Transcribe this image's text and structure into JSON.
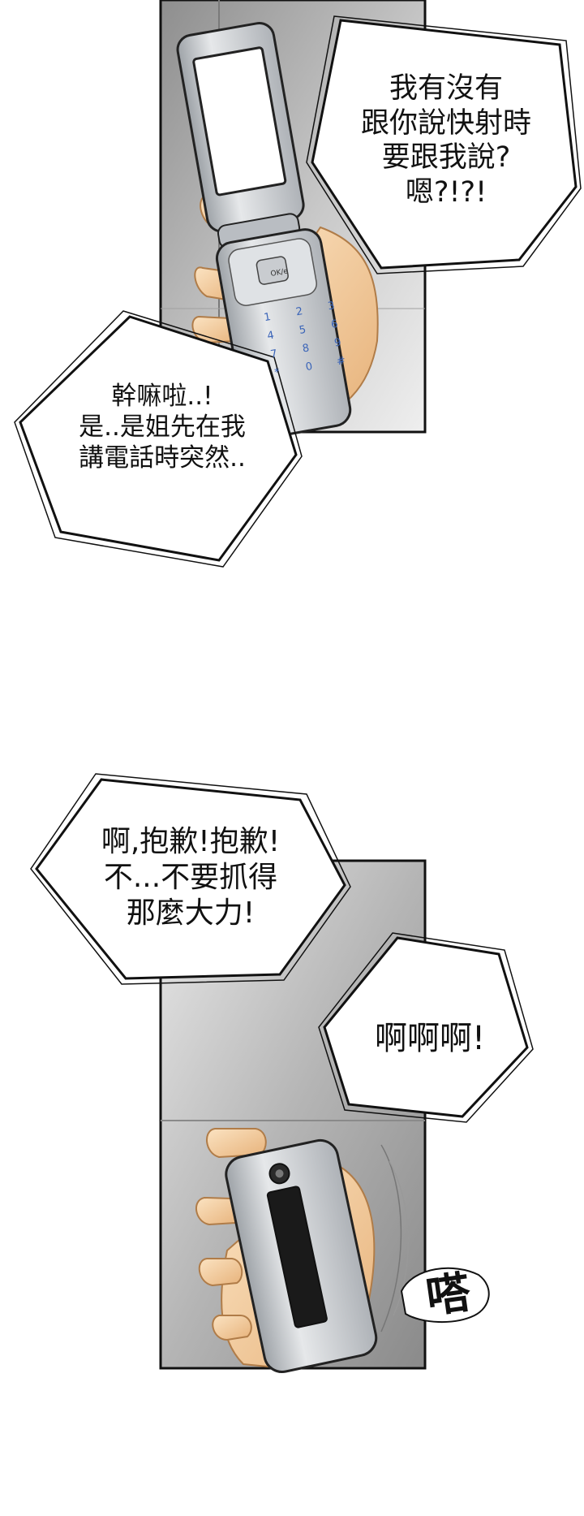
{
  "panels": [
    {
      "bubbles": [
        {
          "text": "我有沒有\n跟你說快射時\n要跟我說?\n嗯?!?!"
        },
        {
          "text": "幹嘛啦..!\n是..是姐先在我\n講電話時突然.."
        }
      ],
      "phone_keys": {
        "ok": "OK/e",
        "digits": [
          "1",
          "2",
          "3",
          "4",
          "5",
          "6",
          "7",
          "8",
          "9",
          "*",
          "0",
          "#"
        ]
      }
    },
    {
      "bubbles": [
        {
          "text": "啊,抱歉!抱歉!\n不...不要抓得\n那麼大力!"
        },
        {
          "text": "啊啊啊!"
        }
      ],
      "sfx": "嗒"
    }
  ],
  "colors": {
    "ink": "#111111",
    "panel_bg_top": "#9a9a9a",
    "panel_bg_bottom": "#f4f4f4",
    "skin": "#f3cfa0",
    "skin_shadow": "#d9a774",
    "phone_body": "#cfd2d6",
    "key_blue": "#3a64b8"
  }
}
